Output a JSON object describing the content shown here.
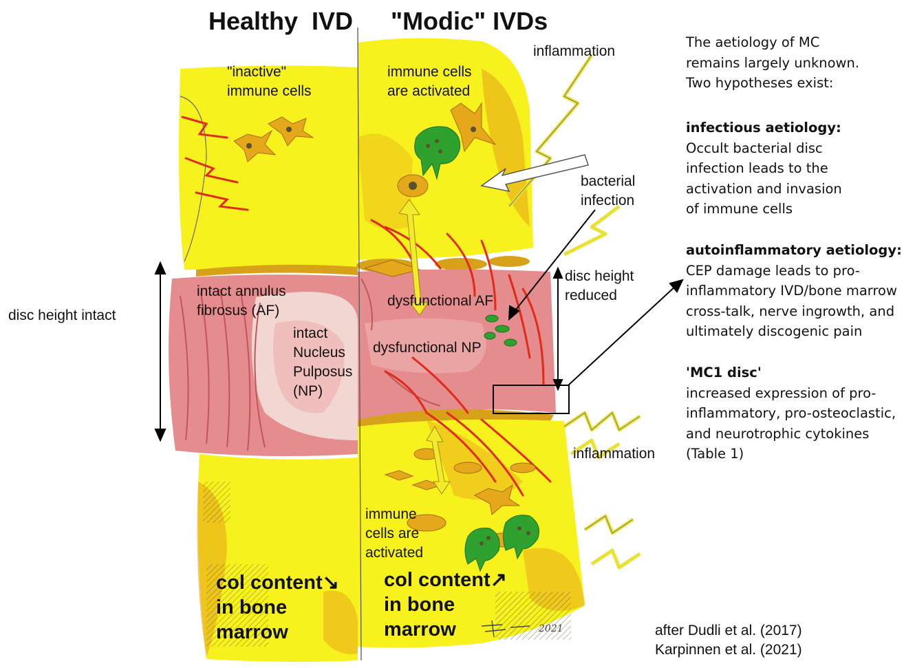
{
  "titles": {
    "healthy": "Healthy  IVD",
    "modic": "\"Modic\" IVDs"
  },
  "labels": {
    "inactive_cells": [
      "\"inactive\"",
      "immune cells"
    ],
    "immune_activated_top": [
      "immune cells",
      "are activated"
    ],
    "inflammation_top": "inflammation",
    "bacterial_infection": [
      "bacterial",
      "infection"
    ],
    "disc_height_reduced": [
      "disc height",
      "reduced"
    ],
    "disc_height_intact": "disc height intact",
    "intact_af": [
      "intact annulus",
      "fibrosus (AF)"
    ],
    "intact_np": [
      "intact",
      "Nucleus",
      "Pulposus",
      "(NP)"
    ],
    "dysfunctional_af": "dysfunctional AF",
    "dysfunctional_np": "dysfunctional NP",
    "inflammation_bottom": "inflammation",
    "immune_activated_bottom": [
      "immune",
      "cells are",
      "activated"
    ],
    "col_left": [
      "col content↘",
      "in bone",
      "marrow"
    ],
    "col_right": [
      "col content↗",
      "in bone",
      "marrow"
    ],
    "signature": "2021"
  },
  "sidebar": {
    "intro": [
      "The aetiology of MC",
      "remains largely unknown.",
      "Two hypotheses exist:"
    ],
    "infectious_heading": "infectious aetiology:",
    "infectious_body": [
      "Occult bacterial disc",
      "infection leads to the",
      "activation and invasion",
      "of immune cells"
    ],
    "auto_heading": "autoinflammatory aetiology:",
    "auto_body": [
      "CEP damage leads to pro-",
      "inflammatory IVD/bone marrow",
      "cross-talk, nerve ingrowth, and",
      "ultimately discogenic pain"
    ],
    "mc1_heading": "'MC1 disc'",
    "mc1_body": [
      "increased expression of pro-",
      "inflammatory, pro-osteoclastic,",
      "and neurotrophic cytokines",
      "(Table 1)"
    ]
  },
  "credit": [
    "after Dudli et al. (2017)",
    "Karpinnen et al. (2021)"
  ],
  "colors": {
    "bone": "#f7f21e",
    "bone_shadow": "#e8a21a",
    "disc": "#e58c8f",
    "disc_inner": "#f2d6d2",
    "disc_light": "#efb4b2",
    "nerve": "#e02a1a",
    "endplate": "#d7a21a",
    "cell": "#e4a81a",
    "immune_green": "#2fa12f"
  }
}
